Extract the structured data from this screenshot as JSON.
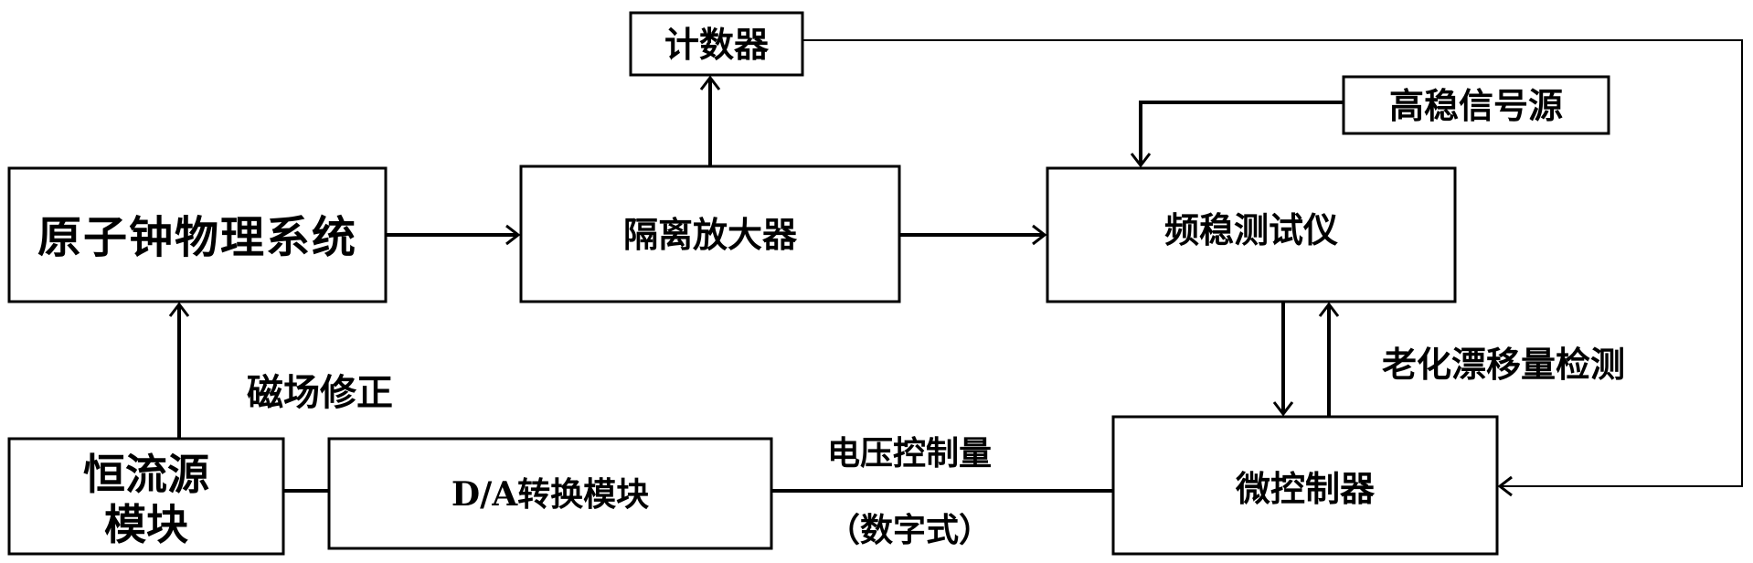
{
  "nodes": {
    "counter": "计数器",
    "reference_source": "高稳信号源",
    "physics_system": "原子钟物理系统",
    "isolation_amp": "隔离放大器",
    "freq_tester": "频稳测试仪",
    "current_source_line1": "恒流源",
    "current_source_line2": "模块",
    "da_module": "D/A转换模块",
    "microcontroller": "微控制器"
  },
  "edge_labels": {
    "magnetic_correction": "磁场修正",
    "aging_detection": "老化漂移量检测",
    "voltage_control": "电压控制量",
    "digital_format": "（数字式）"
  }
}
